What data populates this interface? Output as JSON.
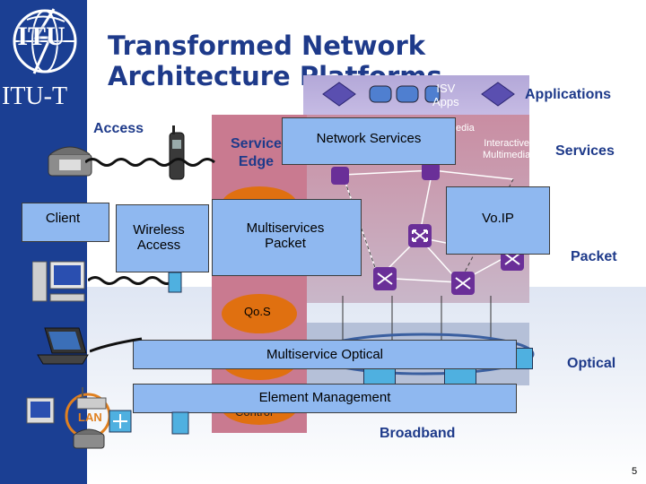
{
  "logo": {
    "emblem_text": "ITU",
    "sector": "ITU-T"
  },
  "title": "Transformed Network Architecture Platforms",
  "layers": {
    "applications": "Applications",
    "services": "Services",
    "packet": "Packet",
    "optical": "Optical",
    "broadband": "Broadband",
    "access": "Access"
  },
  "labels": {
    "isv_apps": "ISV\nApps",
    "media": "edia",
    "interactive_multimedia": "Interactive\nMultimedia",
    "service_edge": "Service\nEdge",
    "client": "Client",
    "wireless_access": "Wireless\nAccess",
    "lan": "LAN",
    "qos": "Qo.S",
    "control": "Control"
  },
  "boxes": {
    "network_services": "Network Services",
    "voip": "Vo.IP",
    "multiservices_packet": "Multiservices\nPacket",
    "multiservice_optical": "Multiservice Optical",
    "element_management": "Element Management"
  },
  "page_number": "5",
  "colors": {
    "sidebar": "#1b3f93",
    "title": "#1e3a8a",
    "box_fill": "#8fb8f0",
    "edge_pink": "#c97a90",
    "router": "#6a2f98",
    "qos_orange": "#e07010"
  },
  "icons": [
    "itu-globe-icon",
    "telephone-icon",
    "cell-phone-icon",
    "desktop-pc-icon",
    "laptop-icon",
    "wireless-router-icon",
    "router-icon",
    "server-stack-icon"
  ]
}
